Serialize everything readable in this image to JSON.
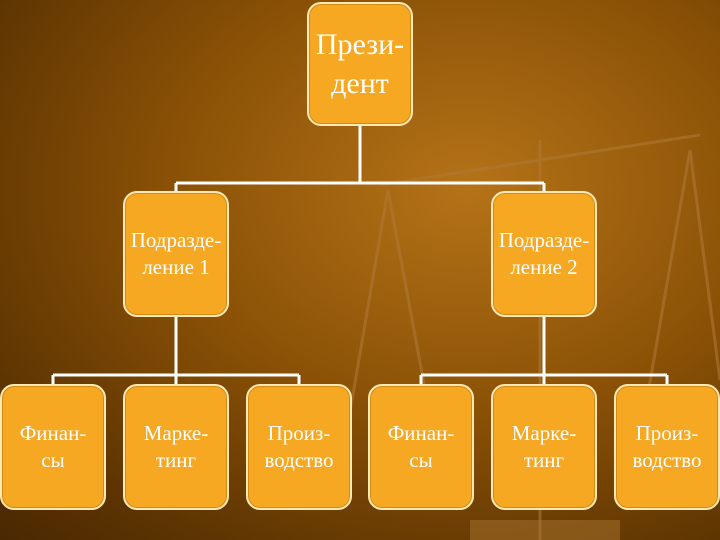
{
  "diagram": {
    "root": {
      "label": "Прези-\nдент"
    },
    "divisions": [
      {
        "label": "Подразде-\nление 1",
        "children": [
          "Финан-\nсы",
          "Марке-\nтинг",
          "Произ-\nводство"
        ]
      },
      {
        "label": "Подразде-\nление 2",
        "children": [
          "Финан-\nсы",
          "Марке-\nтинг",
          "Произ-\nводство"
        ]
      }
    ]
  },
  "colors": {
    "box_fill": "#f7a823",
    "box_border": "#ffe9b8",
    "connector": "#ffffff",
    "background": "#8a5106"
  }
}
